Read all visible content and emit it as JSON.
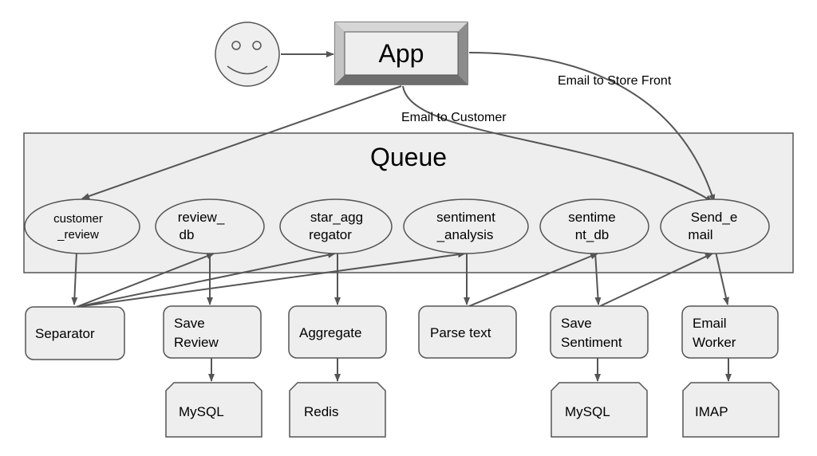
{
  "app": {
    "label": "App"
  },
  "user": {
    "icon": "smiley-face-icon"
  },
  "queue": {
    "title": "Queue",
    "topics": [
      {
        "lines": [
          "customer",
          "_review"
        ]
      },
      {
        "lines": [
          "review_",
          "db"
        ]
      },
      {
        "lines": [
          "star_agg",
          "regator"
        ]
      },
      {
        "lines": [
          "sentiment",
          "_analysis"
        ]
      },
      {
        "lines": [
          "sentime",
          "nt_db"
        ]
      },
      {
        "lines": [
          "Send_e",
          "mail"
        ]
      }
    ]
  },
  "workers": [
    {
      "lines": [
        "Separator"
      ]
    },
    {
      "lines": [
        "Save",
        "Review"
      ]
    },
    {
      "lines": [
        "Aggregate"
      ]
    },
    {
      "lines": [
        "Parse text"
      ]
    },
    {
      "lines": [
        "Save",
        "Sentiment"
      ]
    },
    {
      "lines": [
        "Email",
        "Worker"
      ]
    }
  ],
  "stores": [
    {
      "label": "MySQL"
    },
    {
      "label": "Redis"
    },
    {
      "label": "MySQL"
    },
    {
      "label": "IMAP"
    }
  ],
  "edge_labels": {
    "email_to_store_front": "Email to Store Front",
    "email_to_customer": "Email to Customer"
  },
  "colors": {
    "fill": "#eeeeee",
    "stroke": "#555555",
    "app_bevel_light": "#d6d6d6",
    "app_bevel_dark": "#7a7a7a",
    "smiley_fill": "#efefef"
  }
}
